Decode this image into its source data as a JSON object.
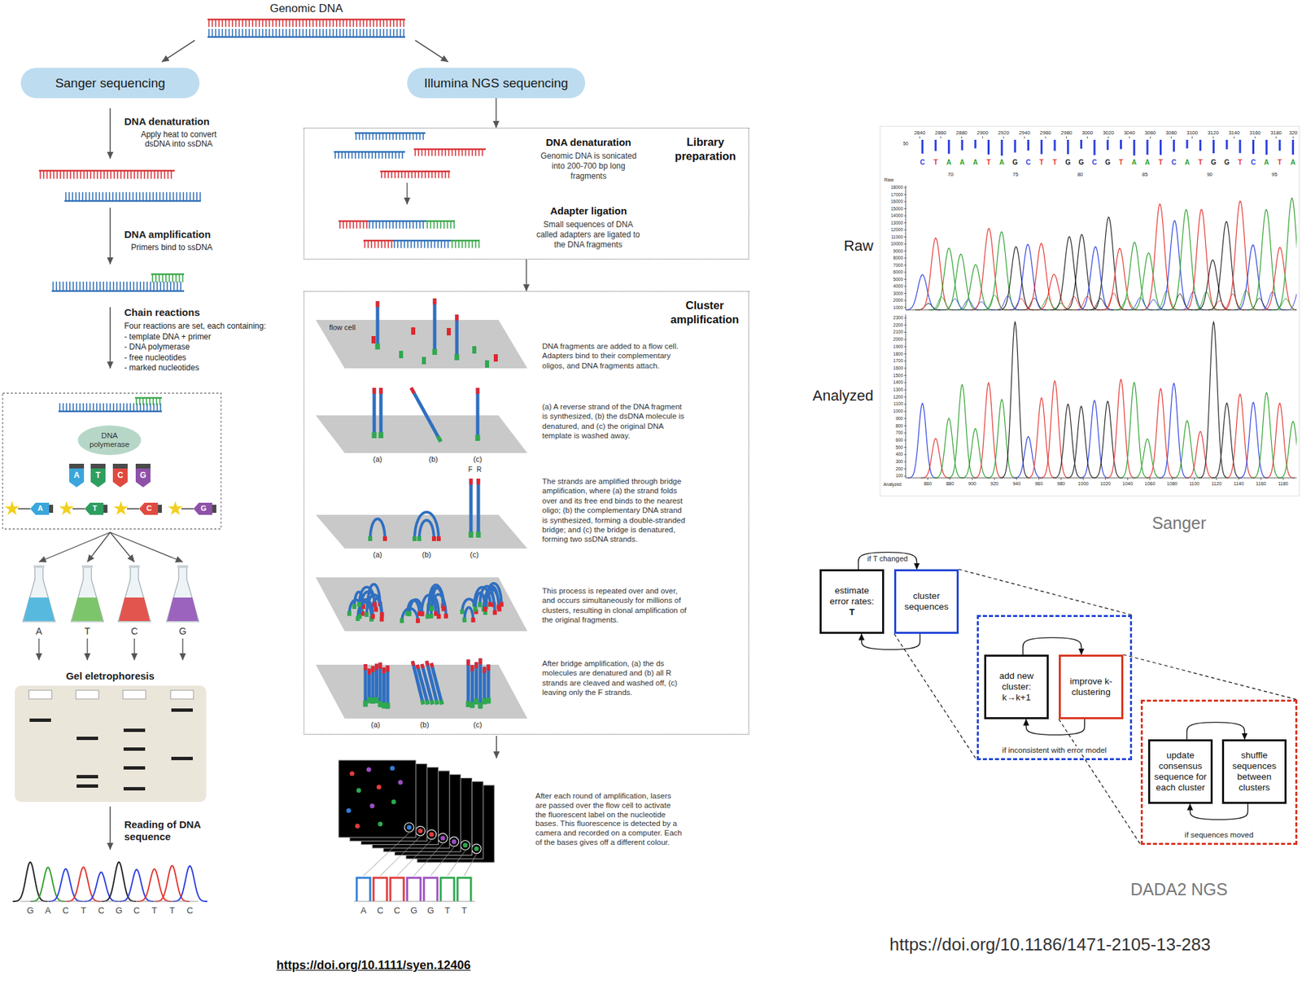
{
  "diagram": {
    "nodes": [
      {
        "text": [
          "Sanger sequencing"
        ]
      },
      {
        "text": [
          "DNA polymerase"
        ]
      },
      {
        "text": [
          "Illumina NGS sequencing"
        ]
      },
      {
        "text": [
          "Library preparation",
          "DNA denaturation",
          "Genomic DNA is sonicated into 200-700 bp long fragments",
          "Adapter ligation",
          "Small sequences of DNA called adapters are ligated to the DNA fragments"
        ]
      },
      {
        "text": [
          "Cluster amplification",
          "DNA fragments are added to a flow cell. Adapters bind to their complementary oligos, and DNA fragments attach.",
          "(a) A reverse strand of the DNA fragment is synthesized, (b) the dsDNA molecule is denatured, and (c) the original DNA template is washed away.",
          "The strands are amplified through bridge amplification, where (a) the strand folds over and its free end binds to the nearest oligo; (b) the complementary DNA strand is synthesized, forming a double-stranded bridge; and (c) the bridge is denatured, forming two ssDNA strands.",
          "This process is repeated over and over, and occurs simultaneously for millions of clusters, resulting in clonal amplification of the original fragments.",
          "After bridge amplification, (a) the ds molecules are denatured and (b) all R strands are cleaved and washed off, (c) leaving only the F strands."
        ]
      },
      {
        "text": [
          "estimate error rates:",
          "T"
        ]
      },
      {
        "text": [
          "cluster sequences"
        ]
      },
      {
        "text": [
          "if inconsistent with error model"
        ]
      },
      {
        "text": [
          "add new cluster: k→k+1"
        ],
        "in": 7
      },
      {
        "text": [
          "improve k-clustering"
        ],
        "in": 7
      },
      {
        "text": [
          "if sequences moved"
        ]
      },
      {
        "text": [
          "update consensus sequence for each cluster"
        ],
        "in": 10
      },
      {
        "text": [
          "shuffle sequences between clusters"
        ],
        "in": 10
      }
    ],
    "edges": [
      {
        "from": 2,
        "to": 3,
        "arrow": "to"
      },
      {
        "from": 3,
        "to": 4,
        "arrow": "to"
      },
      {
        "from": 5,
        "to": 6,
        "label": "if T changed",
        "arrow": "to"
      },
      {
        "from": 6,
        "to": 5,
        "arrow": "to"
      },
      {
        "from": 6,
        "to": 7,
        "arrow": "none"
      },
      {
        "from": 6,
        "to": 7,
        "arrow": "none"
      },
      {
        "from": 8,
        "to": 9,
        "arrow": "to"
      },
      {
        "from": 9,
        "to": 8,
        "arrow": "to"
      },
      {
        "from": 9,
        "to": 10,
        "arrow": "none"
      },
      {
        "from": 9,
        "to": 10,
        "arrow": "none"
      },
      {
        "from": 11,
        "to": 12,
        "arrow": "to"
      },
      {
        "from": 12,
        "to": 11,
        "arrow": "to"
      }
    ],
    "labels": [
      "Genomic DNA",
      "DNA denaturation",
      "Apply heat to convert dsDNA into ssDNA",
      "DNA amplification",
      "Primers bind to ssDNA",
      "Chain reactions",
      "Four reactions are set, each containing:",
      "- template DNA + primer",
      "- DNA polymerase",
      "- free nucleotides",
      "- marked nucleotides",
      "A",
      "T",
      "C",
      "G",
      "A",
      "T",
      "C",
      "G",
      "A",
      "T",
      "C",
      "G",
      "Gel eletrophoresis",
      "Reading of DNA sequence",
      "G",
      "A",
      "C",
      "T",
      "C",
      "G",
      "C",
      "T",
      "T",
      "C",
      "flow cell",
      "(a)",
      "(b)",
      "(c)",
      "F",
      "R",
      "(a)",
      "(b)",
      "(c)",
      "(a)",
      "(b)",
      "(c)",
      "After each round of amplification, lasers are passed over the flow cell to activate the fluorescent label on the nucleotide bases. This fluorescence is detected by a camera and recorded on a computer. Each of the bases gives off a different colour.",
      "A",
      "C",
      "C",
      "G",
      "G",
      "T",
      "T",
      "https://doi.org/10.1111/syen.12406",
      "Raw",
      "Analyzed",
      "Sanger",
      "DADA2 NGS",
      "https://doi.org/10.1186/1471-2105-13-283",
      "50",
      "2840",
      "2860",
      "2880",
      "2900",
      "2920",
      "2940",
      "2960",
      "2980",
      "3000",
      "3020",
      "3040",
      "3060",
      "3080",
      "3100",
      "3120",
      "3140",
      "3160",
      "3180",
      "320",
      "C",
      "T",
      "A",
      "A",
      "A",
      "T",
      "A",
      "G",
      "C",
      "T",
      "T",
      "G",
      "G",
      "C",
      "G",
      "T",
      "A",
      "A",
      "T",
      "C",
      "A",
      "T",
      "G",
      "G",
      "T",
      "C",
      "A",
      "T",
      "A",
      "70",
      "75",
      "80",
      "85",
      "90",
      "95",
      "Raw",
      "18000",
      "17000",
      "16000",
      "15000",
      "14000",
      "13000",
      "12000",
      "11000",
      "10000",
      "9000",
      "8000",
      "7000",
      "6000",
      "5000",
      "4000",
      "3000",
      "2000",
      "1000",
      "2300",
      "2200",
      "2100",
      "2000",
      "1900",
      "1800",
      "1700",
      "1600",
      "1500",
      "1400",
      "1300",
      "1200",
      "1100",
      "1000",
      "900",
      "800",
      "700",
      "600",
      "500",
      "400",
      "300",
      "200",
      "100",
      "Analyzed",
      "860",
      "880",
      "900",
      "920",
      "940",
      "960",
      "980",
      "1000",
      "1020",
      "1040",
      "1060",
      "1080",
      "1100",
      "1120",
      "1140",
      "1160",
      "1180"
    ]
  }
}
